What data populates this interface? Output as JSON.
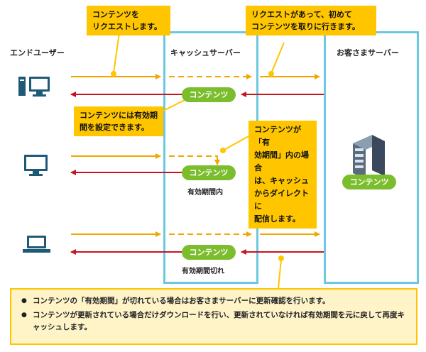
{
  "columns": {
    "end_user": "エンドユーザー",
    "cache_server": "キャッシュサーバー",
    "origin_server": "お客さまサーバー"
  },
  "callouts": {
    "request": "コンテンツを\nリクエストします。",
    "first_fetch": "リクエストがあって、初めて\nコンテンツを取りに行きます。",
    "ttl": "コンテンツには有効期\n間を設定できます。",
    "direct": "コンテンツが「有\n効期間」内の場合\nは、キャッシュ\nからダイレクトに\n配信します。"
  },
  "content_label": "コンテンツ",
  "captions": {
    "within_ttl": "有効期間内",
    "expired": "有効期間切れ"
  },
  "notes": [
    "コンテンツの「有効期間」が切れている場合はお客さまサーバーに更新確認を行います。",
    "コンテンツが更新されている場合だけダウンロードを行い、更新されていなければ有効期間を元に戻して再度キャッシュします。"
  ],
  "colors": {
    "request_arrow": "#f0a800",
    "response_arrow": "#c8141e",
    "cache_border": "#6cc8e0",
    "content_pill": "#7bbd2c",
    "callout": "#ffc600",
    "device": "#1e5a78"
  },
  "icons": [
    "desktop-pc-icon",
    "monitor-icon",
    "laptop-icon",
    "server-rack-icon"
  ]
}
